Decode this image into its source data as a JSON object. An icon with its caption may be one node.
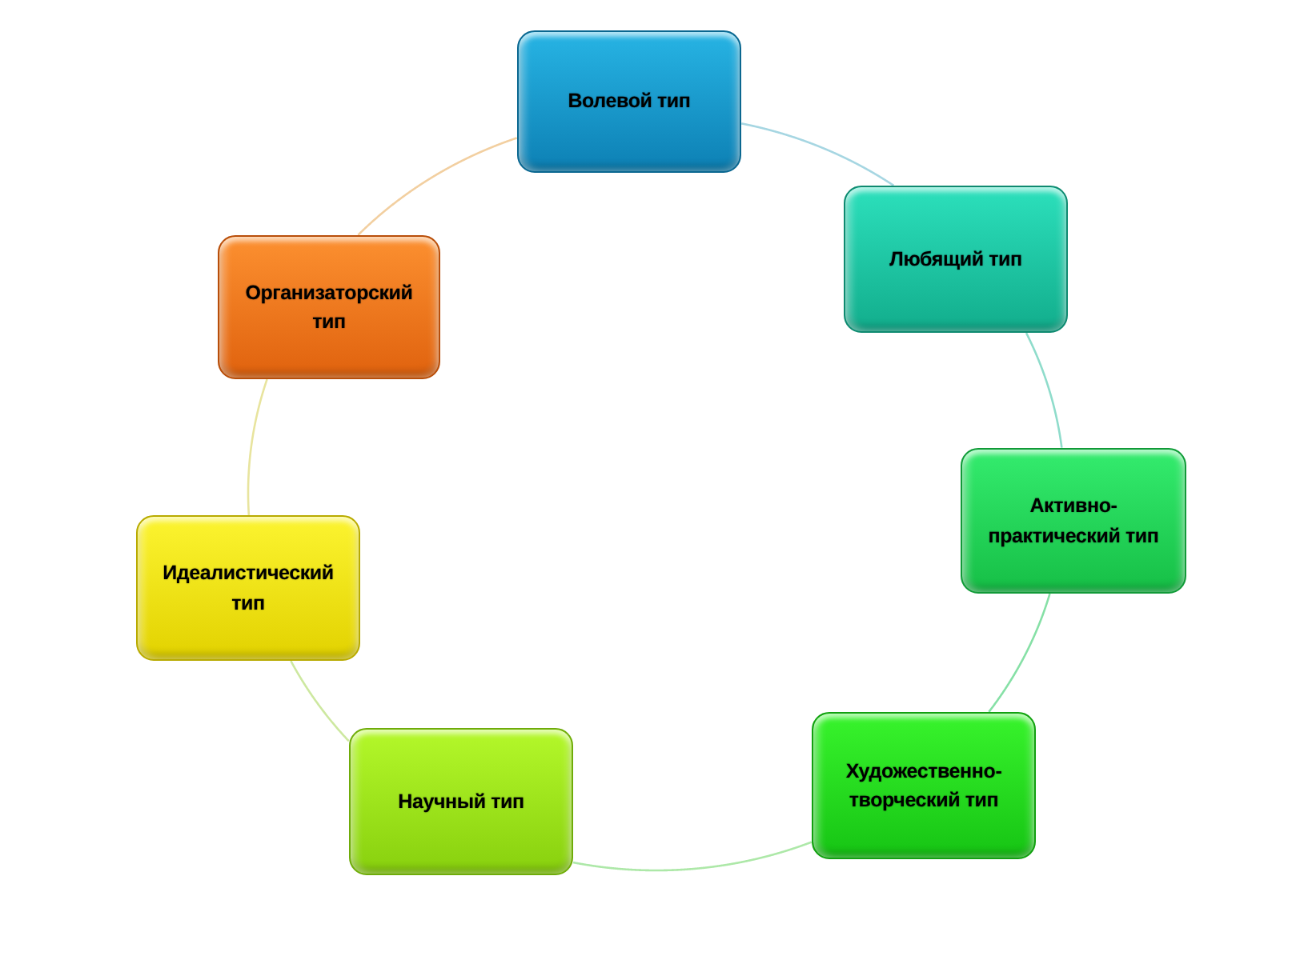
{
  "diagram": {
    "nodes": [
      {
        "text": [
          "Волевой тип"
        ]
      },
      {
        "text": [
          "Любящий тип"
        ]
      },
      {
        "text": [
          "Активно-практический тип"
        ]
      },
      {
        "text": [
          "Художественно-творческий тип"
        ]
      },
      {
        "text": [
          "Научный тип"
        ]
      },
      {
        "text": [
          "Идеалистический тип"
        ]
      },
      {
        "text": [
          "Организаторский тип"
        ]
      }
    ],
    "edges": [
      {
        "from": 0,
        "to": 1,
        "arrow": "none",
        "color": "#a6d6e2"
      },
      {
        "from": 1,
        "to": 2,
        "arrow": "none",
        "color": "#8fdccb"
      },
      {
        "from": 2,
        "to": 3,
        "arrow": "none",
        "color": "#86e0a6"
      },
      {
        "from": 3,
        "to": 4,
        "arrow": "none",
        "color": "#ade8a8"
      },
      {
        "from": 4,
        "to": 5,
        "arrow": "none",
        "color": "#cde8a0"
      },
      {
        "from": 5,
        "to": 6,
        "arrow": "none",
        "color": "#e8e49e"
      },
      {
        "from": 6,
        "to": 0,
        "arrow": "none",
        "color": "#f2cfa0"
      }
    ]
  }
}
